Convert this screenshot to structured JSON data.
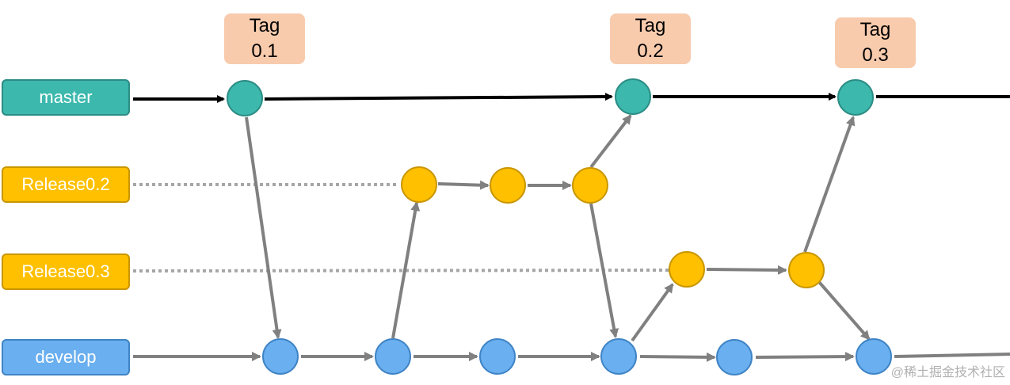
{
  "branches": {
    "master": "master",
    "release02": "Release0.2",
    "release03": "Release0.3",
    "develop": "develop"
  },
  "tags": [
    {
      "line1": "Tag",
      "line2": "0.1"
    },
    {
      "line1": "Tag",
      "line2": "0.2"
    },
    {
      "line1": "Tag",
      "line2": "0.3"
    }
  ],
  "colors": {
    "master": "#3cb8ad",
    "release": "#ffc000",
    "develop": "#6aafef",
    "tag": "#f8cbad",
    "arrow": "#808080",
    "master_line": "#000000"
  },
  "watermark": "@稀土掘金技术社区"
}
